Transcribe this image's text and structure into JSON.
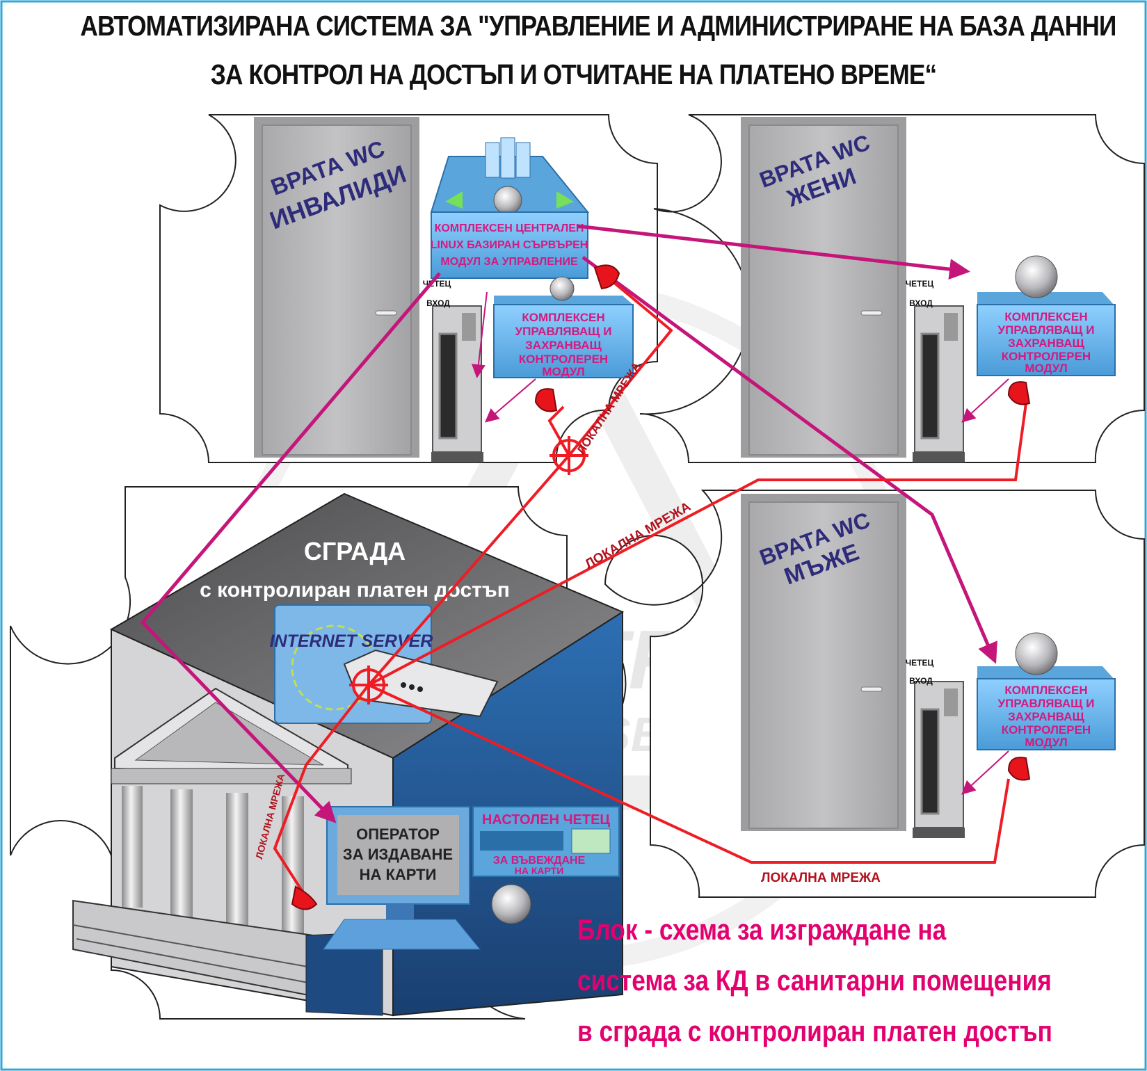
{
  "title": {
    "line1": "АВТОМАТИЗИРАНА СИСТЕМА ЗА \"УПРАВЛЕНИЕ И АДМИНИСТРИРАНЕ НА БАЗА ДАННИ",
    "line2": "ЗА КОНТРОЛ НА ДОСТЪП И ОТЧИТАНЕ НА ПЛАТЕНО ВРЕМЕ“"
  },
  "doors": [
    {
      "line1": "ВРАТА WC",
      "line2": "ИНВАЛИДИ"
    },
    {
      "line1": "ВРАТА WC",
      "line2": "ЖЕНИ"
    },
    {
      "line1": "ВРАТА WC",
      "line2": "МЪЖЕ"
    }
  ],
  "server_module": {
    "lines": [
      "КОМПЛЕКСЕН ЦЕНТРАЛЕН",
      "LINUX БАЗИРАН СЪРВЪРЕН",
      "МОДУЛ ЗА УПРАВЛЕНИЕ"
    ]
  },
  "controller_module": {
    "lines": [
      "КОМПЛЕКСЕН",
      "УПРАВЛЯВАЩ И",
      "ЗАХРАНВАЩ",
      "КОНТРОЛЕРЕН",
      "МОДУЛ"
    ]
  },
  "reader": {
    "label1": "ЧЕТЕЦ",
    "label2": "ВХОД"
  },
  "network_label": "ЛОКАЛНА МРЕЖА",
  "building": {
    "line1": "СГРАДА",
    "line2": "с контролиран платен достъп",
    "internet_server": "INTERNET SERVER"
  },
  "operator": {
    "lines": [
      "ОПЕРАТОР",
      "ЗА ИЗДАВАНЕ",
      "НА КАРТИ"
    ]
  },
  "desktop_reader": {
    "title": "НАСТОЛЕН ЧЕТЕЦ",
    "subtitle1": "ЗА ВЪВЕЖДАНЕ",
    "subtitle2": "НА КАРТИ"
  },
  "watermark": {
    "line1": "TRONIC",
    "line2": "SERVICES"
  },
  "subtitle": {
    "line1": "Блок - схема за изграждане на",
    "line2": "система за КД в санитарни помещения",
    "line3": "в сграда с контролиран платен достъп"
  },
  "colors": {
    "door": "#b9b9bb",
    "module_blue": "#5aa5dc",
    "magenta": "#d4197f",
    "network_red": "#ee1c24",
    "door_text": "#2e2c7a",
    "subtitle": "#e3006f"
  }
}
